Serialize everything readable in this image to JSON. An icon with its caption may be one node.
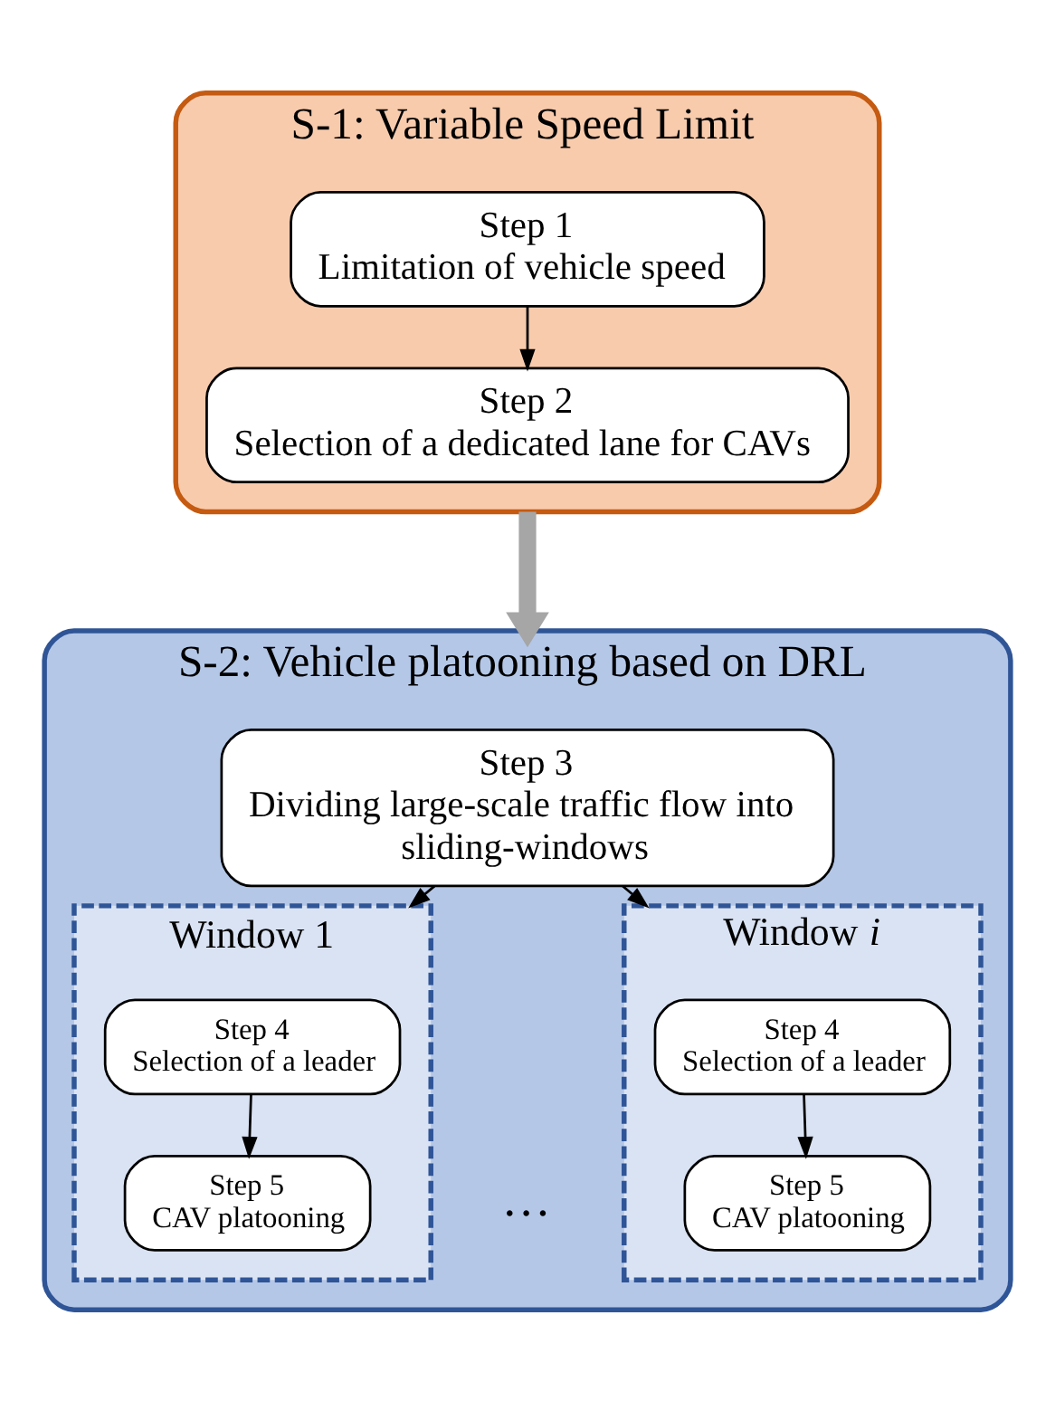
{
  "diagram": {
    "nodes": [
      {
        "text": [
          "S-1: Variable Speed Limit"
        ]
      },
      {
        "text": [
          "Step 1",
          "Limitation of vehicle speed"
        ],
        "in": 0
      },
      {
        "text": [
          "Step 2",
          "Selection of a dedicated lane for CAVs"
        ],
        "in": 0
      },
      {
        "text": [
          "S-2: Vehicle platooning based on DRL"
        ]
      },
      {
        "text": [
          "Step 3",
          "Dividing large-scale traffic flow into sliding-windows"
        ],
        "in": 3
      },
      {
        "text": [
          "Window 1"
        ],
        "in": 3
      },
      {
        "text": [
          "Step 4",
          "Selection of a leader"
        ],
        "in": 5
      },
      {
        "text": [
          "Step 5",
          "CAV platooning"
        ],
        "in": 5
      },
      {
        "text": [
          "Window *i*"
        ],
        "in": 3
      },
      {
        "text": [
          "Step 4",
          "Selection of a leader"
        ],
        "in": 8
      },
      {
        "text": [
          "Step 5",
          "CAV platooning"
        ],
        "in": 8
      }
    ],
    "edges": [
      {
        "from": 1,
        "to": 2,
        "arrow": "to"
      },
      {
        "from": 0,
        "to": 3,
        "arrow": "to",
        "style": "thick",
        "color": "#a6a6a6"
      },
      {
        "from": 4,
        "to": 5,
        "arrow": "to"
      },
      {
        "from": 4,
        "to": 8,
        "arrow": "to"
      },
      {
        "from": 6,
        "to": 7,
        "arrow": "to"
      },
      {
        "from": 9,
        "to": 10,
        "arrow": "to"
      }
    ],
    "labels": [
      "…"
    ]
  }
}
